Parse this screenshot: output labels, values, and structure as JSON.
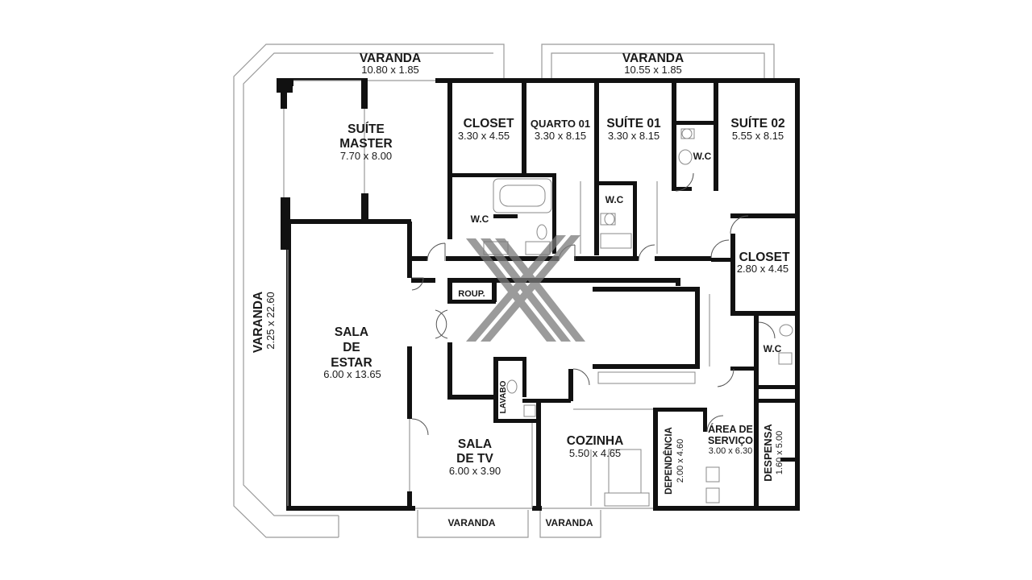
{
  "rooms": {
    "varanda_top_left": {
      "name": "VARANDA",
      "dims": "10.80 x 1.85"
    },
    "varanda_top_right": {
      "name": "VARANDA",
      "dims": "10.55 x 1.85"
    },
    "suite_master": {
      "name_line1": "SUÍTE",
      "name_line2": "MASTER",
      "dims": "7.70 x 8.00"
    },
    "closet_master": {
      "name": "CLOSET",
      "dims": "3.30 x 4.55"
    },
    "quarto_01": {
      "name": "QUARTO 01",
      "dims": "3.30 x 8.15"
    },
    "suite_01": {
      "name": "SUÍTE 01",
      "dims": "3.30 x 8.15"
    },
    "suite_02": {
      "name": "SUÍTE 02",
      "dims": "5.55 x 8.15"
    },
    "wc_master": {
      "name": "W.C"
    },
    "wc_suite_01": {
      "name": "W.C"
    },
    "wc_suite_02": {
      "name": "W.C"
    },
    "wc_service": {
      "name": "W.C"
    },
    "closet_suite_02": {
      "name": "CLOSET",
      "dims": "2.80 x 4.45"
    },
    "rouparia": {
      "name": "ROUP."
    },
    "varanda_side": {
      "name": "VARANDA",
      "dims": "2.25 x 22.60"
    },
    "sala_estar": {
      "name_line1": "SALA",
      "name_line2": "DE",
      "name_line3": "ESTAR",
      "dims": "6.00 x 13.65"
    },
    "lavabo": {
      "name": "LAVABO"
    },
    "sala_tv": {
      "name_line1": "SALA",
      "name_line2": "DE TV",
      "dims": "6.00 x 3.90"
    },
    "cozinha": {
      "name": "COZINHA",
      "dims": "5.50 x 4.65"
    },
    "dependencia": {
      "name": "DEPENDÊNCIA",
      "dims": "2.00 x 4.60"
    },
    "area_servico": {
      "name_line1": "ÁREA DE",
      "name_line2": "SERVIÇO",
      "dims": "3.00 x 6.30"
    },
    "despensa": {
      "name": "DESPENSA",
      "dims": "1.60 x 5.00"
    },
    "varanda_bottom_1": {
      "name": "VARANDA"
    },
    "varanda_bottom_2": {
      "name": "VARANDA"
    }
  },
  "colors": {
    "walls": "#111111",
    "watermark": "#808080",
    "background": "#ffffff"
  },
  "watermark": {
    "icon": "x-logo-icon"
  }
}
